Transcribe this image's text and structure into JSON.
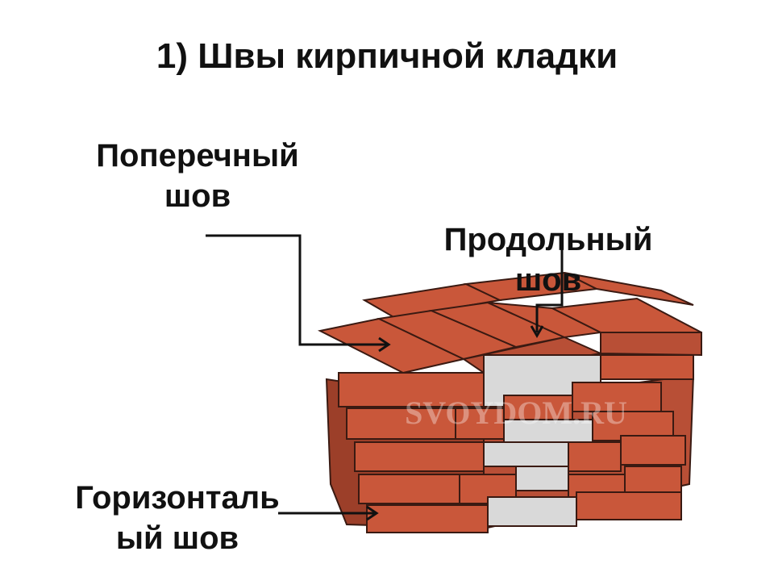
{
  "slide": {
    "title": "1) Швы кирпичной кладки"
  },
  "labels": {
    "transverse_seam": "Поперечный\nшов",
    "longitudinal_seam": "Продольный\nшов",
    "horizontal_seam": "Горизонталь\nый шов"
  },
  "watermark": "SVOYDOM.RU",
  "colors": {
    "brick_face": "#c9573a",
    "brick_top": "#b84f36",
    "brick_dark": "#9c3f29",
    "mortar": "#d9d9d9",
    "stroke": "#3a1a12",
    "arrow": "#111111"
  }
}
